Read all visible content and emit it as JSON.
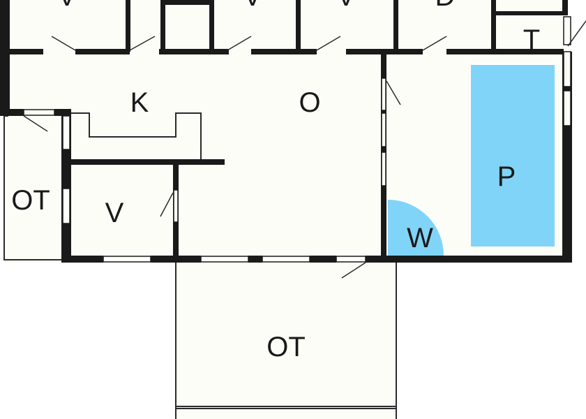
{
  "colors": {
    "floor": "#fdfdf8",
    "wall": "#1a1a1a",
    "thin_line": "#2a2a2a",
    "pool": "#80d4f7",
    "background": "#ffffff"
  },
  "rooms": {
    "top_bed_1": "V",
    "top_bed_2": "V",
    "top_bed_3": "V",
    "top_bath": "D",
    "toilet": "T",
    "kitchen": "K",
    "living": "O",
    "left_terrace": "OT",
    "bedroom": "V",
    "pool": "P",
    "whirlpool": "W",
    "bottom_terrace": "OT"
  }
}
